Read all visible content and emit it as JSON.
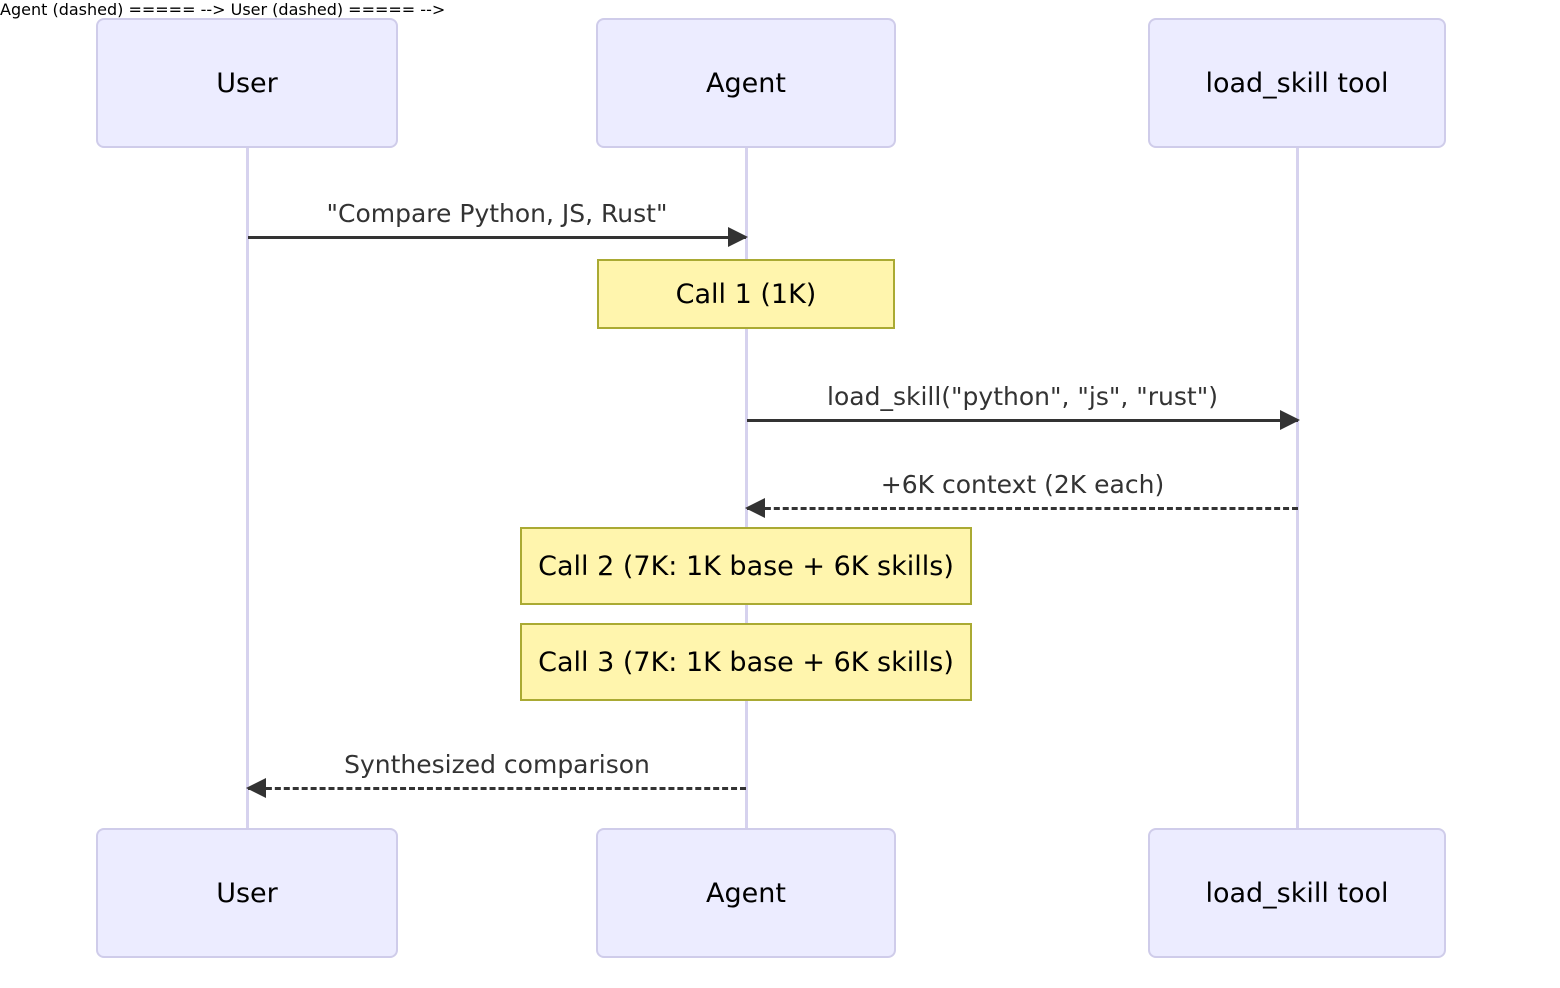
{
  "diagram": {
    "type": "sequence-diagram",
    "title": "",
    "background_color": "#ffffff",
    "actor_fill": "#ECECFF",
    "actor_border": "#CFCCEA",
    "lifeline_color": "#D6D2EE",
    "note_fill": "#FFF5AD",
    "note_border": "#AAAA33",
    "message_color": "#333333"
  },
  "actors": [
    {
      "id": "user",
      "label": "User"
    },
    {
      "id": "agent",
      "label": "Agent"
    },
    {
      "id": "tool",
      "label": "load_skill tool"
    }
  ],
  "actors_bottom": [
    {
      "id": "user",
      "label": "User"
    },
    {
      "id": "agent",
      "label": "Agent"
    },
    {
      "id": "tool",
      "label": "load_skill tool"
    }
  ],
  "messages": [
    {
      "id": "m1",
      "from": "user",
      "to": "agent",
      "label": "\"Compare Python, JS, Rust\"",
      "style": "solid",
      "direction": "right"
    },
    {
      "id": "m2",
      "from": "agent",
      "to": "tool",
      "label": "load_skill(\"python\", \"js\", \"rust\")",
      "style": "solid",
      "direction": "right"
    },
    {
      "id": "m3",
      "from": "tool",
      "to": "agent",
      "label": "+6K context (2K each)",
      "style": "dashed",
      "direction": "left"
    },
    {
      "id": "m4",
      "from": "agent",
      "to": "user",
      "label": "Synthesized comparison",
      "style": "dashed",
      "direction": "left"
    }
  ],
  "notes": [
    {
      "id": "n1",
      "over": "agent",
      "label": "Call 1 (1K)"
    },
    {
      "id": "n2",
      "over": "agent",
      "label": "Call 2 (7K: 1K base + 6K skills)"
    },
    {
      "id": "n3",
      "over": "agent",
      "label": "Call 3 (7K: 1K base + 6K skills)"
    }
  ]
}
